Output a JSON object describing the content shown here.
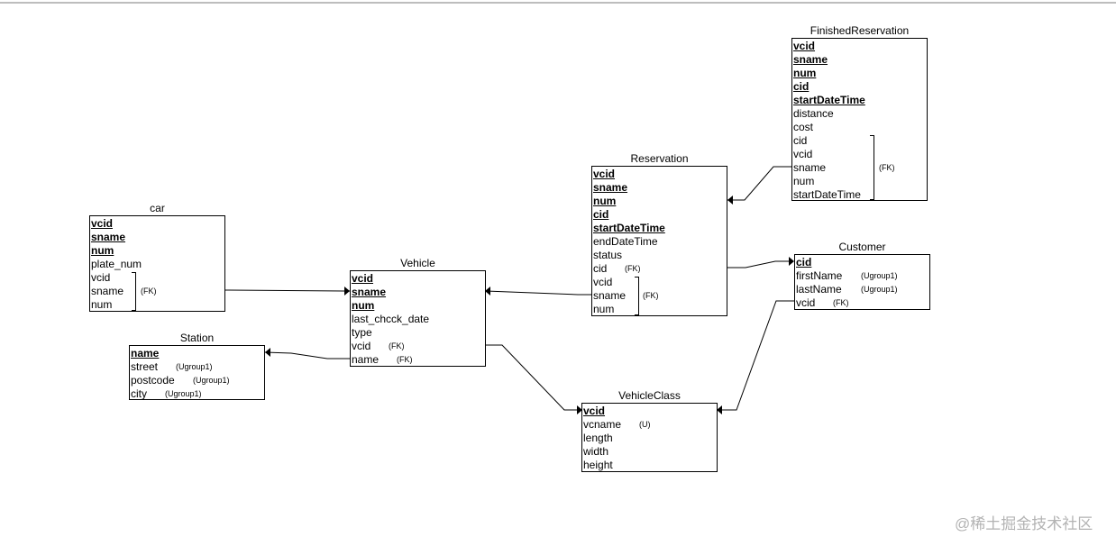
{
  "entities": {
    "finished": {
      "title": "FinishedReservation",
      "pk": [
        "vcid",
        "sname",
        "num",
        "cid",
        "startDateTime"
      ],
      "fields": [
        "distance",
        "cost",
        "cid",
        "vcid",
        "sname",
        "num",
        "startDateTime"
      ],
      "group_label": "(FK)"
    },
    "reservation": {
      "title": "Reservation",
      "pk": [
        "vcid",
        "sname",
        "num",
        "cid",
        "startDateTime"
      ],
      "fields": [
        "endDateTime",
        "status",
        "cid",
        "vcid",
        "sname",
        "num"
      ],
      "cid_annot": "(FK)",
      "group_label": "(FK)"
    },
    "car": {
      "title": "car",
      "pk": [
        "vcid",
        "sname",
        "num"
      ],
      "fields": [
        "plate_num",
        "vcid",
        "sname",
        "num"
      ],
      "group_label": "(FK)"
    },
    "vehicle": {
      "title": "Vehicle",
      "pk": [
        "vcid",
        "sname",
        "num"
      ],
      "fields": [
        "last_chcck_date",
        "type",
        "vcid",
        "name"
      ],
      "vcid_annot": "(FK)",
      "name_annot": "(FK)"
    },
    "customer": {
      "title": "Customer",
      "pk": [
        "cid"
      ],
      "fields": [
        "firstName",
        "lastName",
        "vcid"
      ],
      "firstName_annot": "(Ugroup1)",
      "lastName_annot": "(Ugroup1)",
      "vcid_annot": "(FK)"
    },
    "station": {
      "title": "Station",
      "pk": [
        "name"
      ],
      "fields": [
        "street",
        "postcode",
        "city"
      ],
      "street_annot": "(Ugroup1)",
      "postcode_annot": "(Ugroup1)",
      "city_annot": "(Ugroup1)"
    },
    "vehicleclass": {
      "title": "VehicleClass",
      "pk": [
        "vcid"
      ],
      "fields": [
        "vcname",
        "length",
        "width",
        "height"
      ],
      "vcname_annot": "(U)"
    }
  },
  "watermark": "@稀土掘金技术社区"
}
